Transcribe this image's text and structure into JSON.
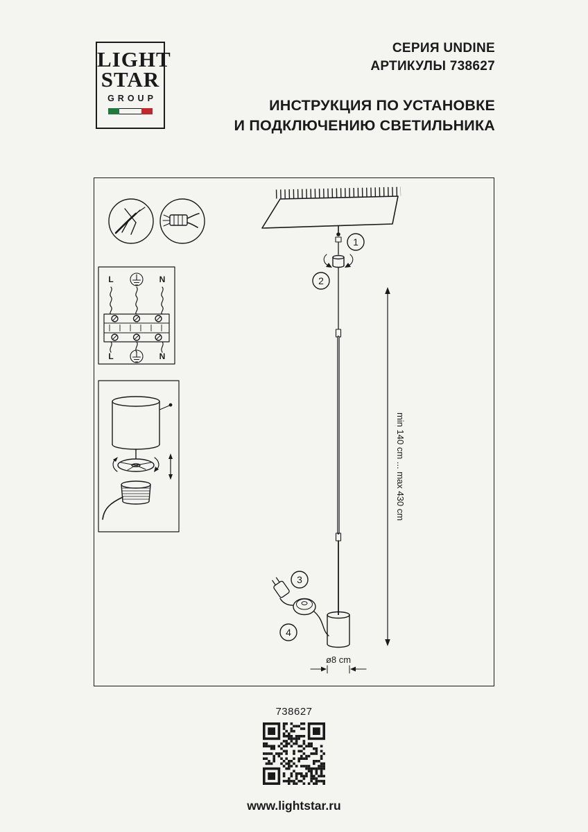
{
  "logo": {
    "line1": "LIGHT",
    "line2": "STAR",
    "line3": "GROUP"
  },
  "header": {
    "series": "СЕРИЯ UNDINE",
    "article": "АРТИКУЛЫ 738627",
    "title_line1": "ИНСТРУКЦИЯ ПО УСТАНОВКЕ",
    "title_line2": "И ПОДКЛЮЧЕНИЮ СВЕТИЛЬНИКА"
  },
  "steps": {
    "s1": "1",
    "s2": "2",
    "s3": "3",
    "s4": "4"
  },
  "wiring": {
    "l_top": "L",
    "n_top": "N",
    "l_bottom": "L",
    "n_bottom": "N"
  },
  "dimensions": {
    "height_range": "min 140 cm ... max 430 cm",
    "diameter": "ø8 cm"
  },
  "footer": {
    "article": "738627",
    "website": "www.lightstar.ru"
  },
  "colors": {
    "ink": "#1a1a1a",
    "paper": "#f4f4f1",
    "flag_green": "#1f7a3d",
    "flag_red": "#c1272d"
  }
}
